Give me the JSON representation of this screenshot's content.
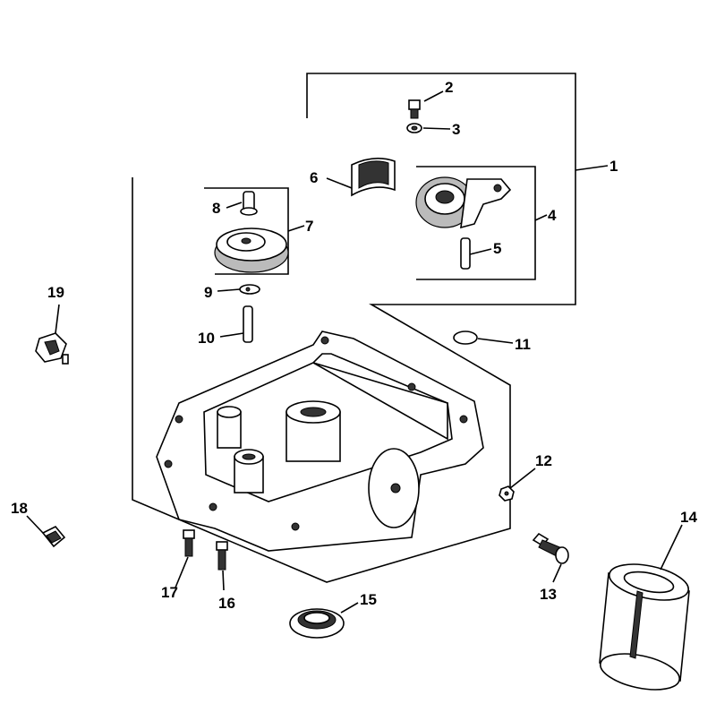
{
  "callouts": [
    {
      "id": "1",
      "label": "1"
    },
    {
      "id": "2",
      "label": "2"
    },
    {
      "id": "3",
      "label": "3"
    },
    {
      "id": "4",
      "label": "4"
    },
    {
      "id": "5",
      "label": "5"
    },
    {
      "id": "6",
      "label": "6"
    },
    {
      "id": "7",
      "label": "7"
    },
    {
      "id": "8",
      "label": "8"
    },
    {
      "id": "9",
      "label": "9"
    },
    {
      "id": "10",
      "label": "10"
    },
    {
      "id": "11",
      "label": "11"
    },
    {
      "id": "12",
      "label": "12"
    },
    {
      "id": "13",
      "label": "13"
    },
    {
      "id": "14",
      "label": "14"
    },
    {
      "id": "15",
      "label": "15"
    },
    {
      "id": "16",
      "label": "16"
    },
    {
      "id": "17",
      "label": "17"
    },
    {
      "id": "18",
      "label": "18"
    },
    {
      "id": "19",
      "label": "19"
    }
  ],
  "parts": {
    "p1": "oil-pump-assembly-group",
    "p2": "bolt",
    "p3": "washer",
    "p4": "oil-pump-gear-assembly",
    "p5": "pin",
    "p6": "oil-pickup-screen",
    "p7": "governor-gear",
    "p8": "governor-gear-pin",
    "p9": "clip",
    "p10": "governor-shaft",
    "p11": "o-ring",
    "p12": "nut",
    "p13": "oil-filter-adapter-nipple",
    "p14": "oil-filter",
    "p15": "oil-seal",
    "p16": "bolt",
    "p17": "bolt",
    "p18": "drain-plug",
    "p19": "oil-pressure-switch"
  }
}
